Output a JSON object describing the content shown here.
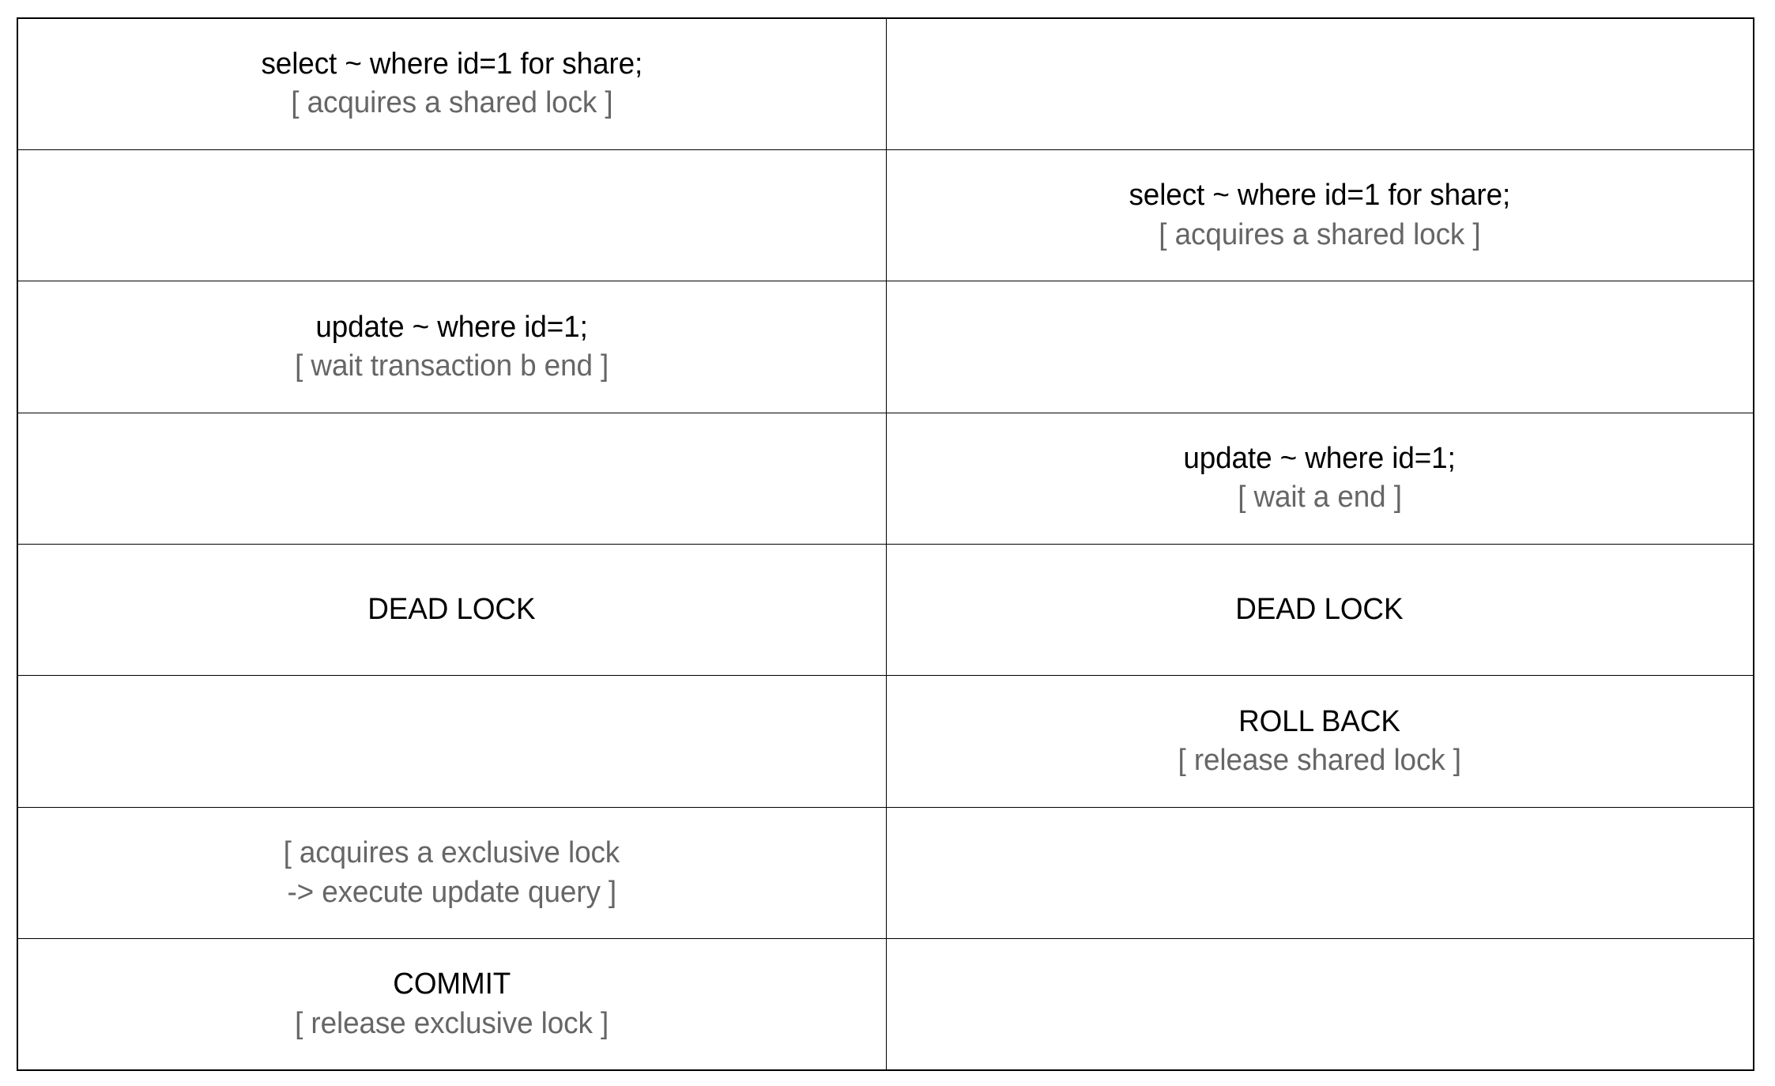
{
  "diagram": {
    "title": "Shared lock deadlock sequence between transaction a and transaction b",
    "type": "two-column-sequence-table",
    "colors": {
      "border": "#000000",
      "primary_text": "#000000",
      "note_text": "#666666",
      "background": "#ffffff"
    },
    "columns": [
      {
        "key": "transaction_a",
        "label": ""
      },
      {
        "key": "transaction_b",
        "label": ""
      }
    ],
    "rows": [
      {
        "left": {
          "primary": "select ~ where id=1 for share;",
          "note": "[ acquires a shared lock ]"
        },
        "right": {
          "primary": "",
          "note": ""
        }
      },
      {
        "left": {
          "primary": "",
          "note": ""
        },
        "right": {
          "primary": "select ~ where id=1 for share;",
          "note": "[ acquires a shared lock ]"
        }
      },
      {
        "left": {
          "primary": "update ~ where id=1;",
          "note": "[ wait transaction b end ]"
        },
        "right": {
          "primary": "",
          "note": ""
        }
      },
      {
        "left": {
          "primary": "",
          "note": ""
        },
        "right": {
          "primary": "update ~ where id=1;",
          "note": "[ wait a end ]"
        }
      },
      {
        "left": {
          "primary": "DEAD LOCK",
          "note": ""
        },
        "right": {
          "primary": "DEAD LOCK",
          "note": ""
        }
      },
      {
        "left": {
          "primary": "",
          "note": ""
        },
        "right": {
          "primary": "ROLL BACK",
          "note": "[ release shared lock ]"
        }
      },
      {
        "left": {
          "primary": "",
          "note": "[ acquires a exclusive lock"
        },
        "right": {
          "primary": "",
          "note": ""
        },
        "left_note2": "-> execute update query ]"
      },
      {
        "left": {
          "primary": "COMMIT",
          "note": "[ release exclusive lock ]"
        },
        "right": {
          "primary": "",
          "note": ""
        }
      }
    ]
  }
}
